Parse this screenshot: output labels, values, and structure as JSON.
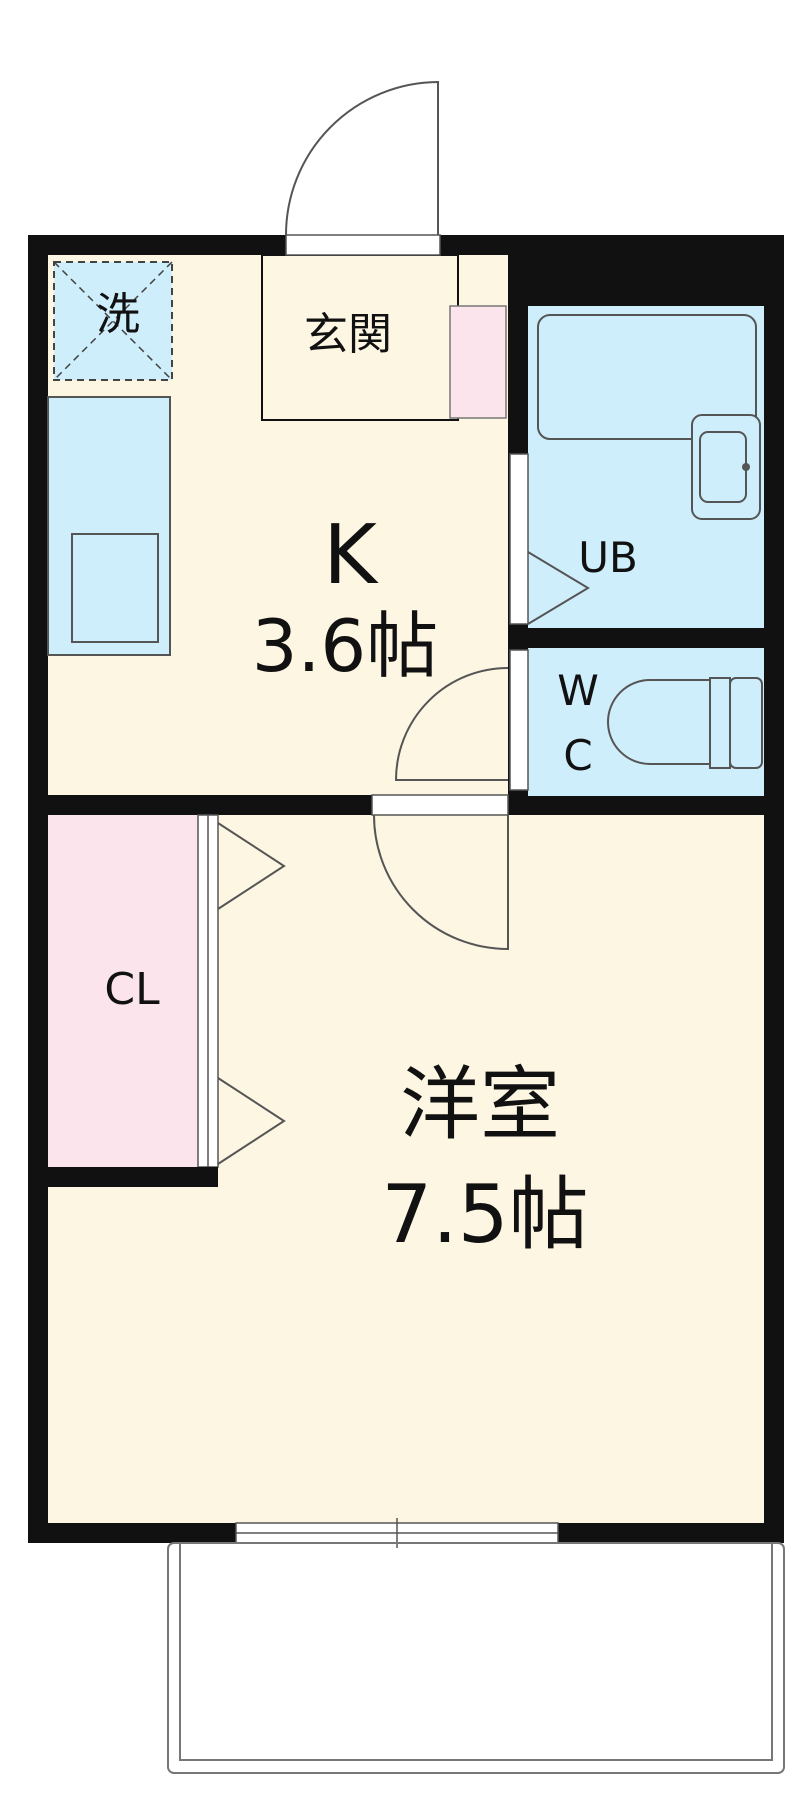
{
  "floor_plan": {
    "rooms": {
      "kitchen": {
        "name": "K",
        "size": "3.6帖"
      },
      "western_room": {
        "name": "洋室",
        "size": "7.5帖"
      },
      "entrance": {
        "name": "玄関"
      },
      "washer": {
        "name": "洗"
      },
      "unit_bath": {
        "name": "UB"
      },
      "toilet": {
        "line1": "W",
        "line2": "C"
      },
      "closet": {
        "name": "CL"
      }
    },
    "colors": {
      "wall": "#111111",
      "floor_cream": "#fdf6e3",
      "wet_area_blue": "#cfeefc",
      "closet_pink": "#fbe4ec",
      "line": "#555555"
    }
  }
}
